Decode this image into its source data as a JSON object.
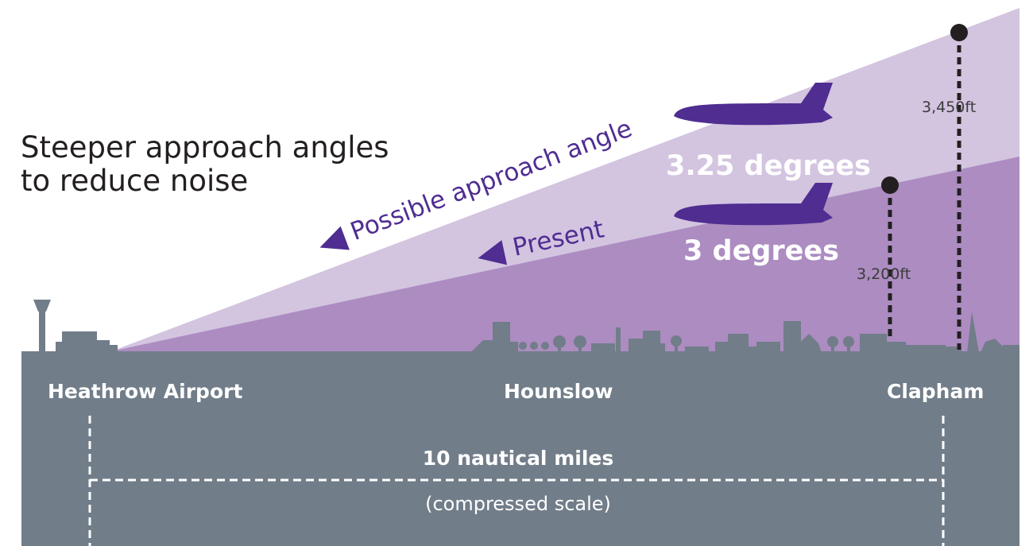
{
  "title": "Steeper approach angles to reduce noise",
  "title_lines": [
    "Steeper approach angles",
    "to reduce noise"
  ],
  "approaches": {
    "possible": {
      "label": "Possible approach angle",
      "angle": "3.25 degrees",
      "height": "3,450ft"
    },
    "present": {
      "label": "Present",
      "angle": "3 degrees",
      "height": "3,200ft"
    }
  },
  "places": {
    "heathrow": "Heathrow Airport",
    "hounslow": "Hounslow",
    "clapham": "Clapham"
  },
  "distance": {
    "label": "10 nautical miles",
    "note": "(compressed scale)"
  },
  "colors": {
    "possible_wedge": "#d3c4e0",
    "present_wedge": "#ac8cc1",
    "plane": "#4f2d91",
    "ground": "#717d89",
    "text_dark": "#231f20"
  },
  "icons": [
    "plane-icon",
    "arrow-left-icon",
    "control-tower-icon",
    "tree-icon",
    "church-spire-icon"
  ]
}
